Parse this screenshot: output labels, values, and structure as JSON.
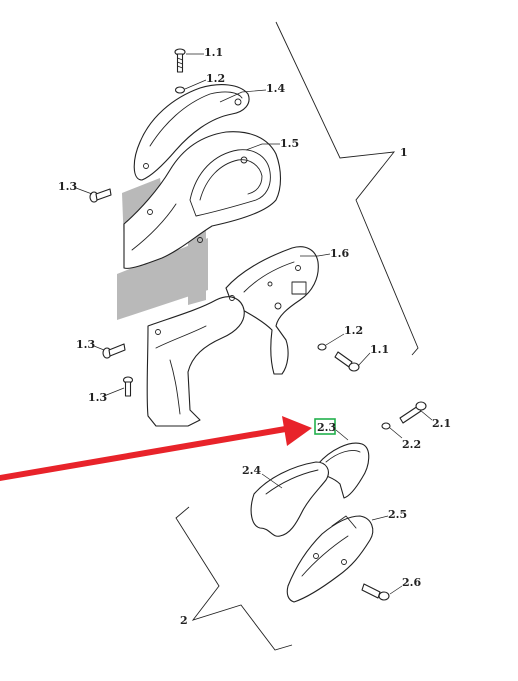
{
  "diagram": {
    "highlight_color": "#22b14c",
    "arrow_color": "#e8232a",
    "highlighted_label": "2.3",
    "assembly_1": {
      "label": "1",
      "parts": [
        {
          "id": "p1_1a",
          "label": "1.1"
        },
        {
          "id": "p1_2a",
          "label": "1.2"
        },
        {
          "id": "p1_4",
          "label": "1.4"
        },
        {
          "id": "p1_5",
          "label": "1.5"
        },
        {
          "id": "p1_3a",
          "label": "1.3"
        },
        {
          "id": "p1_6",
          "label": "1.6"
        },
        {
          "id": "p1_3b",
          "label": "1.3"
        },
        {
          "id": "p1_2b",
          "label": "1.2"
        },
        {
          "id": "p1_1b",
          "label": "1.1"
        },
        {
          "id": "p1_3c",
          "label": "1.3"
        }
      ]
    },
    "assembly_2": {
      "label": "2",
      "parts": [
        {
          "id": "p2_3",
          "label": "2.3"
        },
        {
          "id": "p2_1",
          "label": "2.1"
        },
        {
          "id": "p2_2",
          "label": "2.2"
        },
        {
          "id": "p2_4",
          "label": "2.4"
        },
        {
          "id": "p2_5",
          "label": "2.5"
        },
        {
          "id": "p2_6",
          "label": "2.6"
        }
      ]
    }
  }
}
